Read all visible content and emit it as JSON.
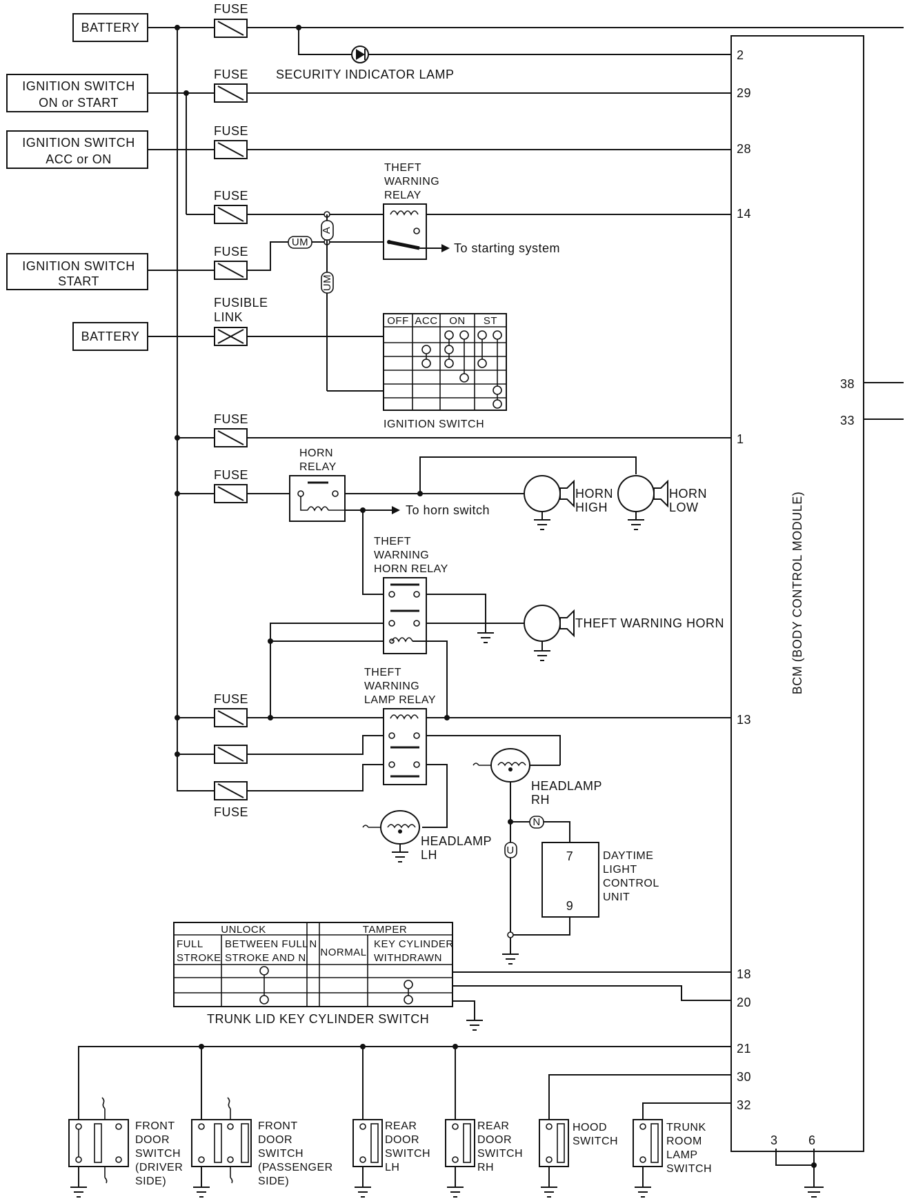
{
  "sources": {
    "battery_1": "BATTERY",
    "ign_on_start": [
      "IGNITION SWITCH",
      "ON  or  START"
    ],
    "ign_acc_on": [
      "IGNITION SWITCH",
      "ACC  or  ON"
    ],
    "ign_start": [
      "IGNITION SWITCH",
      "START"
    ],
    "battery_2": "BATTERY"
  },
  "fuse_label": "FUSE",
  "fusible_link": [
    "FUSIBLE",
    "LINK"
  ],
  "security_lamp": "SECURITY INDICATOR LAMP",
  "theft_relay": [
    "THEFT",
    "WARNING",
    "RELAY"
  ],
  "to_starting": "To starting system",
  "connector_um": "UM",
  "connector_a": "A",
  "connector_n": "N",
  "connector_u": "U",
  "ignition_switch": {
    "label": "IGNITION SWITCH",
    "headers": [
      "OFF",
      "ACC",
      "ON",
      "ST"
    ]
  },
  "horn_relay": [
    "HORN",
    "RELAY"
  ],
  "to_horn_switch": "To horn switch",
  "horn_high": [
    "HORN",
    "HIGH"
  ],
  "horn_low": [
    "HORN",
    "LOW"
  ],
  "theft_horn_relay": [
    "THEFT",
    "WARNING",
    "HORN RELAY"
  ],
  "theft_horn": "THEFT WARNING HORN",
  "theft_lamp_relay": [
    "THEFT",
    "WARNING",
    "LAMP RELAY"
  ],
  "headlamp_rh": [
    "HEADLAMP",
    "RH"
  ],
  "headlamp_lh": [
    "HEADLAMP",
    "LH"
  ],
  "daytime_unit": {
    "label": [
      "DAYTIME",
      "LIGHT",
      "CONTROL",
      "UNIT"
    ],
    "pins": [
      "7",
      "9"
    ]
  },
  "trunk_switch": {
    "label": "TRUNK LID KEY CYLINDER SWITCH",
    "unlock": "UNLOCK",
    "tamper": "TAMPER",
    "full_stroke": [
      "FULL",
      "STROKE"
    ],
    "between": [
      "BETWEEN FULL",
      "STROKE AND N"
    ],
    "n": "N",
    "normal": "NORMAL",
    "key_withdrawn": [
      "KEY CYLINDER",
      "WITHDRAWN"
    ]
  },
  "bcm": {
    "label": "BCM (BODY CONTROL MODULE)",
    "pins": {
      "p2": "2",
      "p29": "29",
      "p28": "28",
      "p14": "14",
      "p38": "38",
      "p33": "33",
      "p1": "1",
      "p13": "13",
      "p18": "18",
      "p20": "20",
      "p21": "21",
      "p30": "30",
      "p32": "32",
      "p3": "3",
      "p6": "6"
    }
  },
  "door_switches": {
    "front_driver": [
      "FRONT",
      "DOOR",
      "SWITCH",
      "(DRIVER",
      "SIDE)"
    ],
    "front_passenger": [
      "FRONT",
      "DOOR",
      "SWITCH",
      "(PASSENGER",
      "SIDE)"
    ],
    "rear_lh": [
      "REAR",
      "DOOR",
      "SWITCH",
      "LH"
    ],
    "rear_rh": [
      "REAR",
      "DOOR",
      "SWITCH",
      "RH"
    ],
    "hood": [
      "HOOD",
      "SWITCH"
    ],
    "trunk_room": [
      "TRUNK",
      "ROOM",
      "LAMP",
      "SWITCH"
    ]
  }
}
